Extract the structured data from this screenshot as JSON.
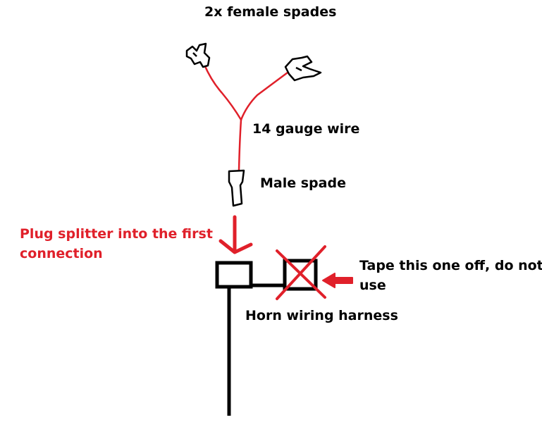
{
  "labels": {
    "female_spades": "2x female spades",
    "wire": "14 gauge wire",
    "male_spade": "Male spade",
    "plug_line1": "Plug splitter into the first",
    "plug_line2": "connection",
    "tape_line1": "Tape this one off, do not",
    "tape_line2": "use",
    "harness": "Horn wiring harness"
  },
  "colors": {
    "wire": "#e0202a",
    "annotation": "#e0202a",
    "harness": "#000000",
    "text": "#000000"
  }
}
